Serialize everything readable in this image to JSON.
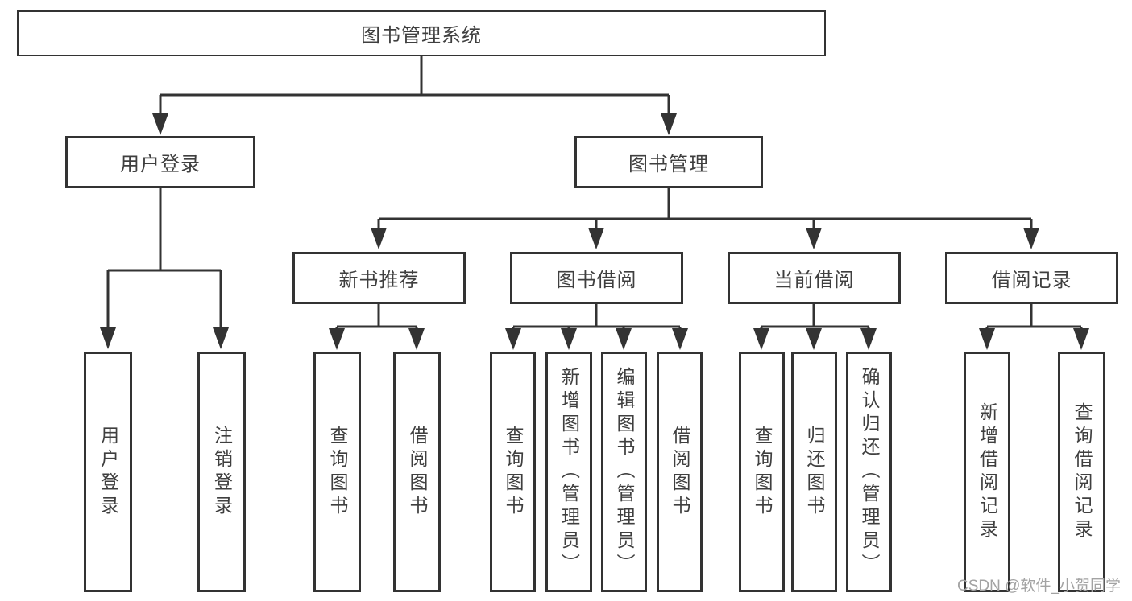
{
  "diagram": {
    "root": {
      "label": "图书管理系统"
    },
    "branches": [
      {
        "label": "用户登录",
        "children": [
          {
            "label": "用户登录"
          },
          {
            "label": "注销登录"
          }
        ]
      },
      {
        "label": "图书管理",
        "groups": [
          {
            "label": "新书推荐",
            "children": [
              {
                "label": "查询图书"
              },
              {
                "label": "借阅图书"
              }
            ]
          },
          {
            "label": "图书借阅",
            "children": [
              {
                "label": "查询图书"
              },
              {
                "label": "新增图书（管理员）"
              },
              {
                "label": "编辑图书（管理员）"
              },
              {
                "label": "借阅图书"
              }
            ]
          },
          {
            "label": "当前借阅",
            "children": [
              {
                "label": "查询图书"
              },
              {
                "label": "归还图书"
              },
              {
                "label": "确认归还（管理员）"
              }
            ]
          },
          {
            "label": "借阅记录",
            "children": [
              {
                "label": "新增借阅记录"
              },
              {
                "label": "查询借阅记录"
              }
            ]
          }
        ]
      }
    ],
    "watermark": "CSDN @软件_小贺同学",
    "colors": {
      "line": "#333333",
      "text": "#3f3f3f",
      "watermark": "#a3a3a3"
    }
  }
}
